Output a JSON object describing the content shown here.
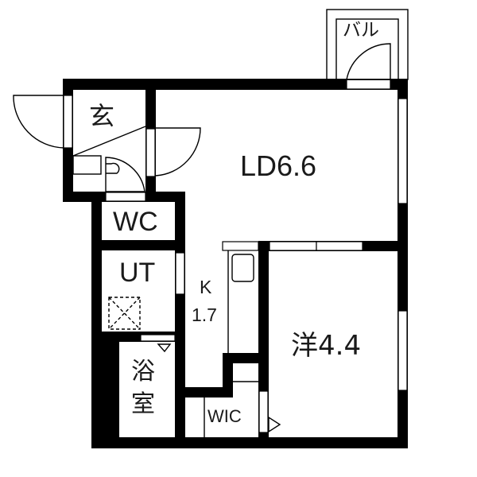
{
  "title": "Floor plan 1LDK",
  "rooms": {
    "entrance": {
      "label": "玄"
    },
    "ld": {
      "label": "LD6.6"
    },
    "balcony": {
      "label": "バル"
    },
    "wc": {
      "label": "WC"
    },
    "utility": {
      "label": "UT"
    },
    "kitchen": {
      "label_line1": "K",
      "label_line2": "1.7"
    },
    "bath": {
      "label_line1": "浴",
      "label_line2": "室"
    },
    "western_room": {
      "label": "洋4.4"
    },
    "wic": {
      "label": "WIC"
    }
  },
  "colors": {
    "wall": "#000000",
    "background": "#ffffff",
    "text": "#1a1a1a"
  }
}
